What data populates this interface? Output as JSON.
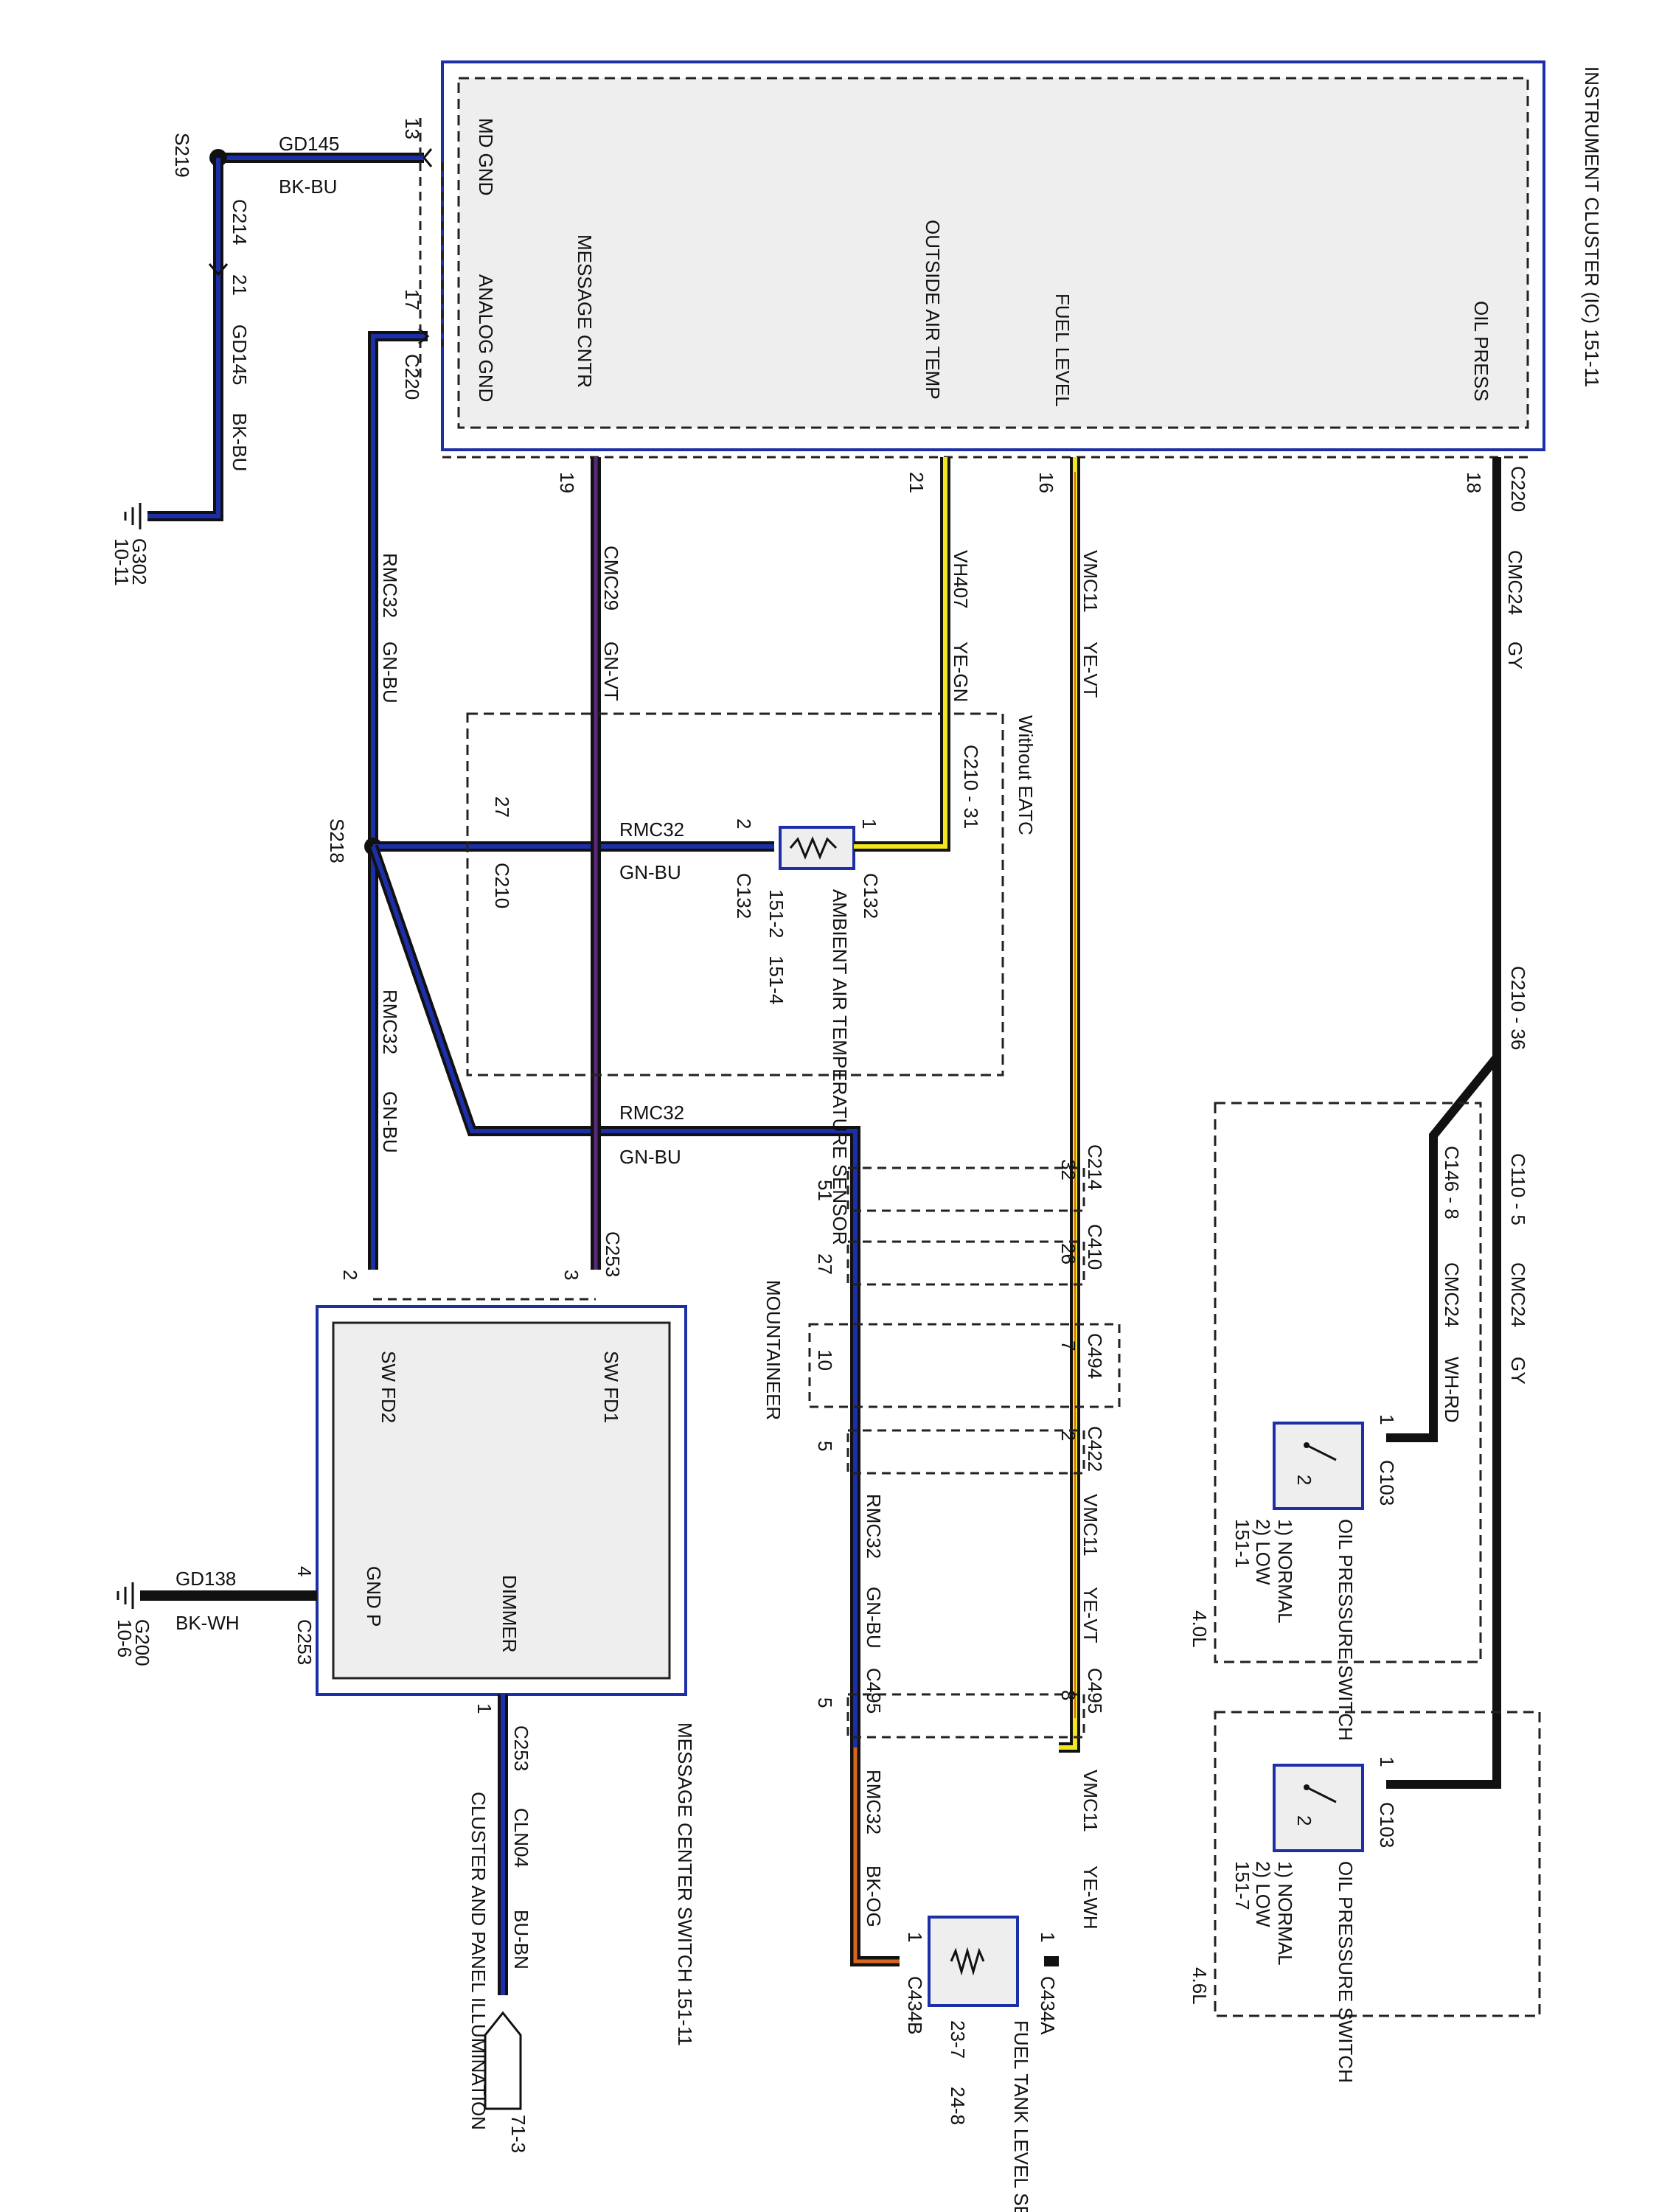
{
  "colors": {
    "blue": "#1c2fa8",
    "black": "#111111",
    "yellow": "#f2e61e",
    "orange": "#d9661f",
    "dkblue": "#141b4a",
    "box_fill": "#eeeeee"
  },
  "ic": {
    "title": "INSTRUMENT CLUSTER (IC) 151-11",
    "pins": {
      "md_gnd": "MD GND",
      "analog_gnd": "ANALOG GND",
      "message_cntr": "MESSAGE CNTR",
      "outside_air_temp": "OUTSIDE AIR TEMP",
      "fuel_level": "FUEL LEVEL",
      "oil_press": "OIL PRESS"
    },
    "pin_numbers": {
      "md_gnd": "13",
      "analog_gnd": "17",
      "message_cntr": "19",
      "outside_air_temp": "21",
      "fuel_level": "16",
      "oil_press": "18"
    },
    "connector_c220": "C220"
  },
  "wires": {
    "gd145_circuit": "GD145",
    "gd145_color": "BK-BU",
    "rmc32_circuit": "RMC32",
    "rmc32_color": "GN-BU",
    "cmc29_circuit": "CMC29",
    "cmc29_color": "GN-VT",
    "vh407_circuit": "VH407",
    "vh407_color": "YE-GN",
    "vmc11_circuit": "VMC11",
    "vmc11_color": "YE-VT",
    "cmc24_circuit": "CMC24",
    "cmc24_color": "GY",
    "cmc24_wh_color": "WH-RD",
    "rmc32_bkog_color": "BK-OG",
    "vmc11_yewh_color": "YE-WH",
    "gd138_circuit": "GD138",
    "gd138_color": "BK-WH",
    "cln04_circuit": "CLN04",
    "cln04_color": "BU-BN"
  },
  "splices": {
    "s219": "S219",
    "s218": "S218"
  },
  "grounds": {
    "g302": "G302",
    "g302_ref": "10-11",
    "g200": "G200",
    "g200_ref": "10-6"
  },
  "connectors": {
    "c214_21": "C214",
    "c214_21_pin": "21",
    "c210_31": "C210 - 31",
    "c210_27": "C210",
    "c210_27_pin": "27",
    "c210_36": "C210 - 36",
    "c132_1": "C132",
    "c132_2": "C132",
    "pin1": "1",
    "pin2": "2",
    "c146_8": "C146 - 8",
    "c110_5": "C110 - 5",
    "c214": "C214",
    "c214_pin": "32",
    "c214_pin_b": "51",
    "c410": "C410",
    "c410_pin": "26",
    "c410_pin_b": "27",
    "c494": "C494",
    "c494_pin": "7",
    "c494_pin_b": "10",
    "c422": "C422",
    "c422_pin": "2",
    "c422_pin_b": "5",
    "c495": "C495",
    "c495_pin": "8",
    "c495_b": "C495",
    "c495_pin_b": "5",
    "c253": "C253",
    "c253_pin3": "3",
    "c253_pin2": "2",
    "c253_pin4": "4",
    "c253_pin1": "1",
    "c103": "C103",
    "c103_b": "C103",
    "c434a": "C434A",
    "c434b": "C434B"
  },
  "components": {
    "ambient": "AMBIENT AIR TEMPERATURE SENSOR",
    "ambient_ref1": "151-2",
    "ambient_ref2": "151-4",
    "without_eatc": "Without EATC",
    "mountaineer": "MOUNTAINEER",
    "oil_switch_title": "OIL PRESSURE SWITCH",
    "oil_normal": "1) NORMAL",
    "oil_low": "2) LOW",
    "oil_ref1": "151-1",
    "oil_switch_title_b": "OIL PRESSURE SWITCH",
    "oil_ref2": "151-7",
    "engine_40": "4.0L",
    "engine_46": "4.6L",
    "fuel_sensor": "FUEL TANK LEVEL SENSOR",
    "fuel_ref1": "23-7",
    "fuel_ref2": "24-8",
    "msg_switch": "MESSAGE CENTER SWITCH 151-11",
    "sw_fd1": "SW FD1",
    "sw_fd2": "SW FD2",
    "dimmer": "DIMMER",
    "gnd_p": "GND P",
    "cluster_illum": "CLUSTER AND PANEL ILLUMINATION",
    "illum_ref": "71-3"
  }
}
